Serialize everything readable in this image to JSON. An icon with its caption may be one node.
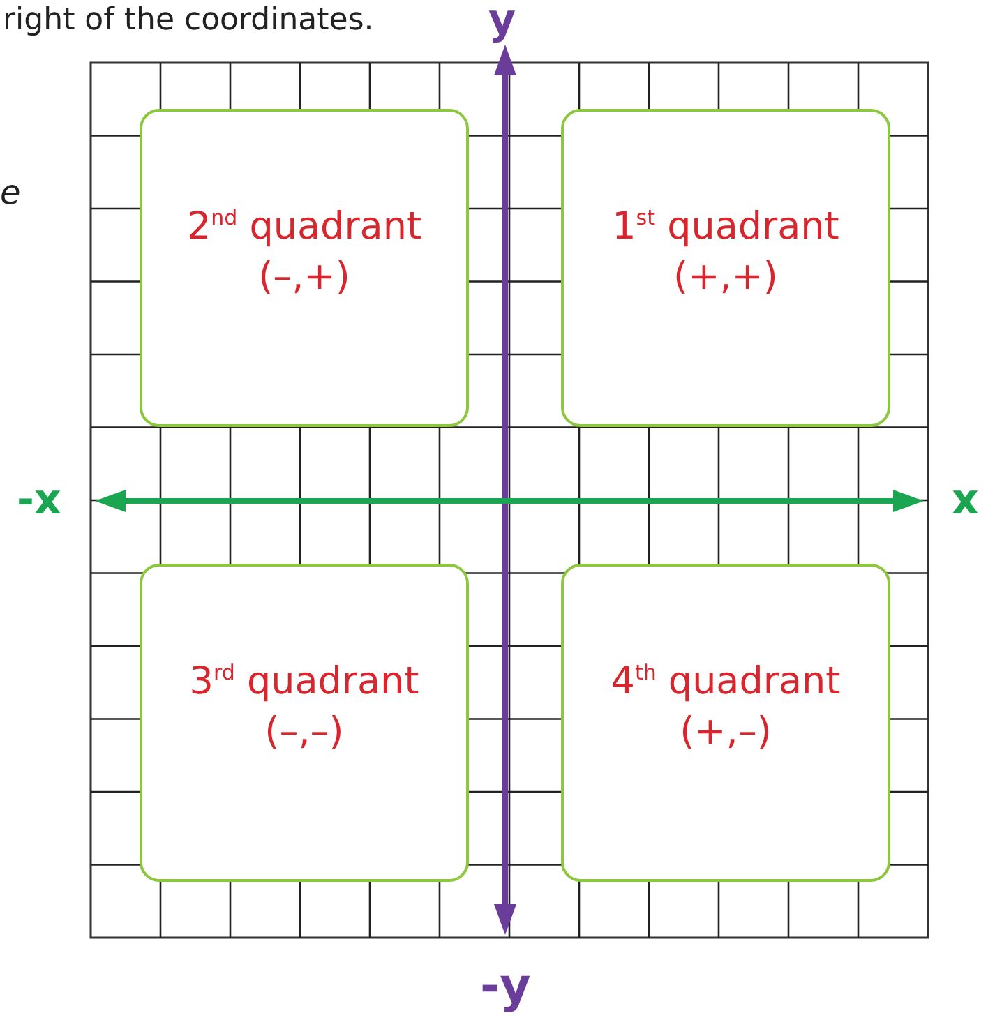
{
  "diagram": {
    "nodes": [
      {
        "text": [
          "2$^{nd}$ quadrant",
          "(–,+)"
        ]
      },
      {
        "text": [
          "1$^{st}$ quadrant",
          "(+,+)"
        ]
      },
      {
        "text": [
          "3$^{rd}$ quadrant",
          "(–,–)"
        ]
      },
      {
        "text": [
          "4$^{th}$ quadrant",
          "(+,–)"
        ]
      }
    ],
    "edges": [],
    "labels": [
      "right of the coordinates.",
      "y",
      "e",
      "-x",
      "x",
      "-y"
    ]
  }
}
